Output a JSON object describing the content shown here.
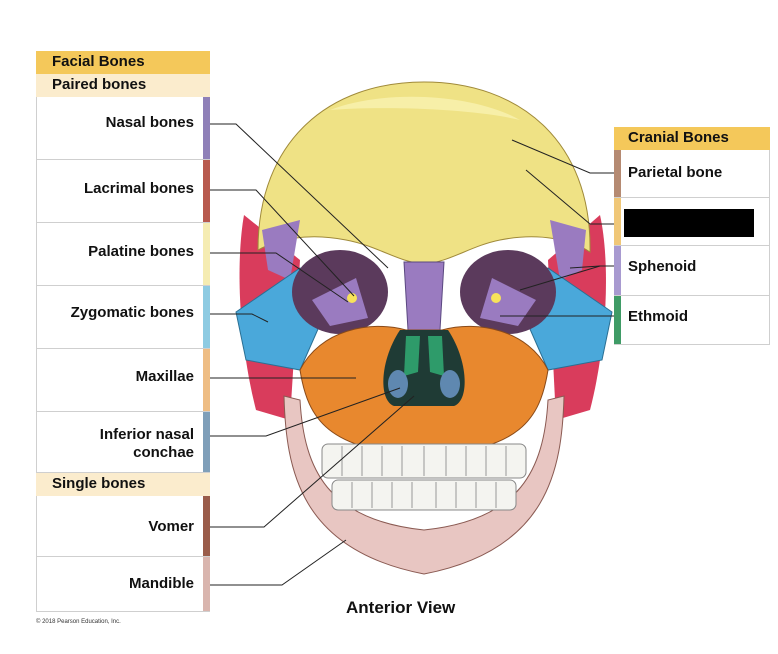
{
  "left_panel": {
    "title": "Facial Bones",
    "paired_header": "Paired bones",
    "paired": [
      {
        "label": "Nasal bones",
        "color": "#8f80b8"
      },
      {
        "label": "Lacrimal bones",
        "color": "#b85a4e"
      },
      {
        "label": "Palatine bones",
        "color": "#f5ecb2"
      },
      {
        "label": "Zygomatic bones",
        "color": "#8ecbe2"
      },
      {
        "label": "Maxillae",
        "color": "#eebd84"
      },
      {
        "label_line1": "Inferior nasal",
        "label_line2": "conchae",
        "color": "#7f9fb9"
      }
    ],
    "single_header": "Single bones",
    "single": [
      {
        "label": "Vomer",
        "color": "#9a5c4a"
      },
      {
        "label": "Mandible",
        "color": "#d9b5ae"
      }
    ]
  },
  "right_panel": {
    "title": "Cranial Bones",
    "items": [
      {
        "label": "Parietal bone",
        "color": "#b58a72"
      },
      {
        "label": "",
        "color": "#f0c777",
        "redacted": true
      },
      {
        "label": "Sphenoid",
        "color": "#a89ad0"
      },
      {
        "label": "Ethmoid",
        "color": "#3f9b66"
      }
    ]
  },
  "caption": "Anterior View",
  "copyright": "© 2018 Pearson Education, Inc.",
  "colors": {
    "header_gold": "#f4c85a",
    "header_cream": "#fbeccd",
    "frontal": "#eee07a",
    "parietal": "#d93c5c",
    "zygomatic": "#4aa8da",
    "maxilla": "#e8882e",
    "mandible": "#e8c6c2",
    "sphenoid": "#9a7bc0",
    "ethmoid": "#2e9b6a"
  }
}
